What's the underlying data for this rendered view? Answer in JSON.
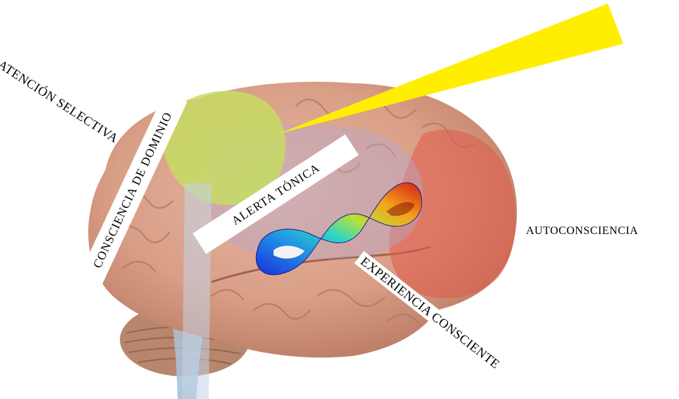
{
  "labels": {
    "selective_attention": "ATENCIÓN SELECTIVA",
    "domain_awareness": "CONSCIENCIA DE DOMINIO",
    "tonic_alert": "ALERTA TÓNICA",
    "self_awareness": "AUTOCONSCIENCIA",
    "conscious_experience": "EXPERIENCIA CONSCIENTE"
  },
  "colors": {
    "beam": "#ffee00",
    "frontal_region": "#c6dc64",
    "parietal_region": "#e05a4a",
    "brain_base": "#d99e86",
    "cerebellum": "#b7866c",
    "brainstem": "#b9cde2"
  },
  "icons": {
    "ribbon": "mobius-strip-icon"
  }
}
